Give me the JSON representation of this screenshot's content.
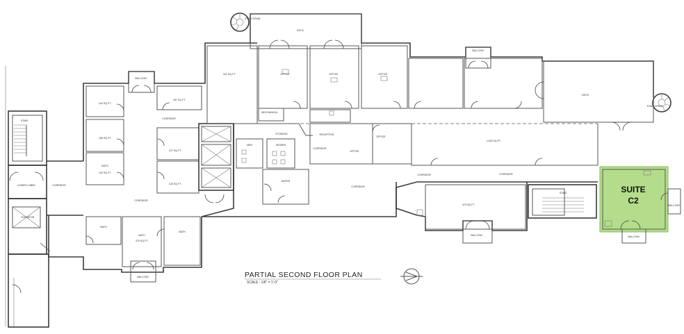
{
  "plan": {
    "title": "PARTIAL SECOND FLOOR PLAN",
    "scale": "SCALE : 1/8\" = 1'-0\"",
    "highlight": {
      "line1": "SUITE",
      "line2": "C2",
      "fill_color": "#b4dd8b",
      "border_color": "#7fbf5a"
    },
    "rooms": {
      "stair_top": "STAIR DOWN",
      "deck_top": "DECK",
      "balcony_upper_left": "BALCONY",
      "balcony_upper_mid": "BALCONY",
      "deck_right": "DECK",
      "stair_right": "STAIR DOWN",
      "stair_left": "STAIR",
      "lower_lobby": "LOWER LOBBY",
      "elevator": "ELEVATOR",
      "corridor_left": "CORRIDOR",
      "corridor_mid": "CORRIDOR",
      "corridor_lower": "CORRIDOR",
      "corridor_center": "CORRIDOR",
      "corridor_right": "CORRIDOR",
      "corridor_east": "CORRIDOR",
      "corridor_small": "CORRIDOR",
      "office_a": "144 SQ.FT.",
      "office_b": "165 SQ.FT.",
      "office_c": "142 SQ.FT.",
      "bath_left": "BATH",
      "office_d": "187 SQ.FT.",
      "office_e": "227 SQ.FT.",
      "office_f": "126 SQ.FT.",
      "office_g": "375 SQ.FT.",
      "office_h": "1,045 SQ.FT.",
      "office_i": "341 SQ.FT.",
      "office_j": "470 SQ.FT.",
      "storage": "STORAGE",
      "mechanical": "MECHANICAL",
      "reception": "RECEPTION",
      "men": "MEN",
      "women": "WOMEN",
      "water": "WATER",
      "office1": "OFFICE",
      "office2": "OFFICE",
      "office3": "OFFICE",
      "stair_suite": "STAIR",
      "balcony_lower_mid": "BALCONY",
      "balcony_lower_left": "BALCONY",
      "balcony_suite": "BALCONY",
      "balcony_suite_side": "BALCONY"
    }
  }
}
